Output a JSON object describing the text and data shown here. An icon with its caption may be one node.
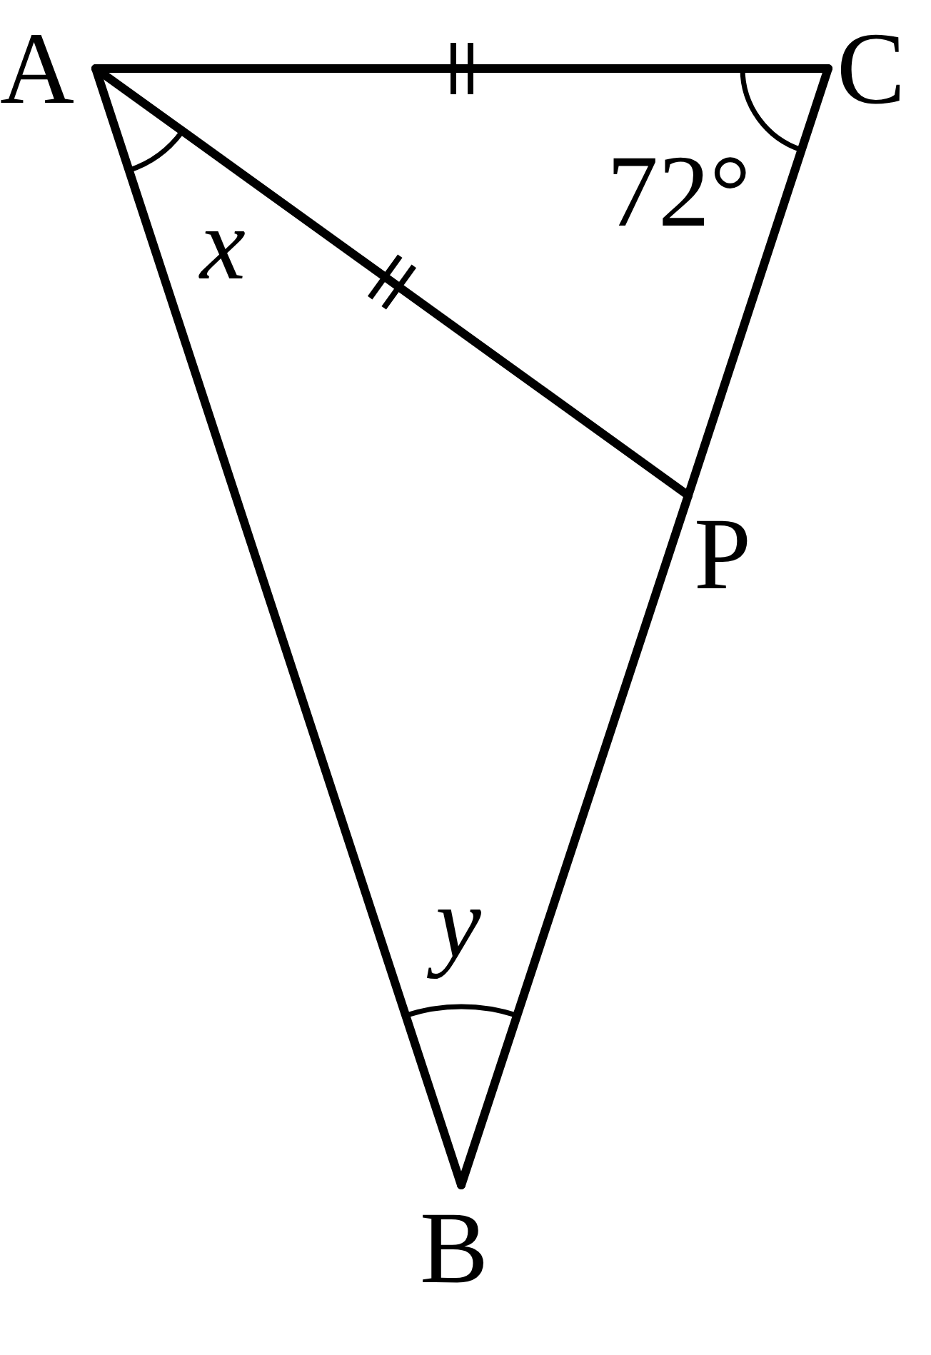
{
  "diagram": {
    "nodes": [
      {
        "text": [
          "A"
        ]
      },
      {
        "text": [
          "C"
        ]
      },
      {
        "text": [
          "P"
        ]
      },
      {
        "text": [
          "B"
        ]
      }
    ],
    "edges": [
      {
        "from": 0,
        "to": 1,
        "arrow": "none"
      },
      {
        "from": 0,
        "to": 2,
        "arrow": "none"
      },
      {
        "from": 0,
        "to": 3,
        "arrow": "none"
      },
      {
        "from": 1,
        "to": 2,
        "arrow": "none"
      },
      {
        "from": 2,
        "to": 3,
        "arrow": "none"
      }
    ],
    "labels": [
      "x",
      "72°",
      "y"
    ]
  }
}
